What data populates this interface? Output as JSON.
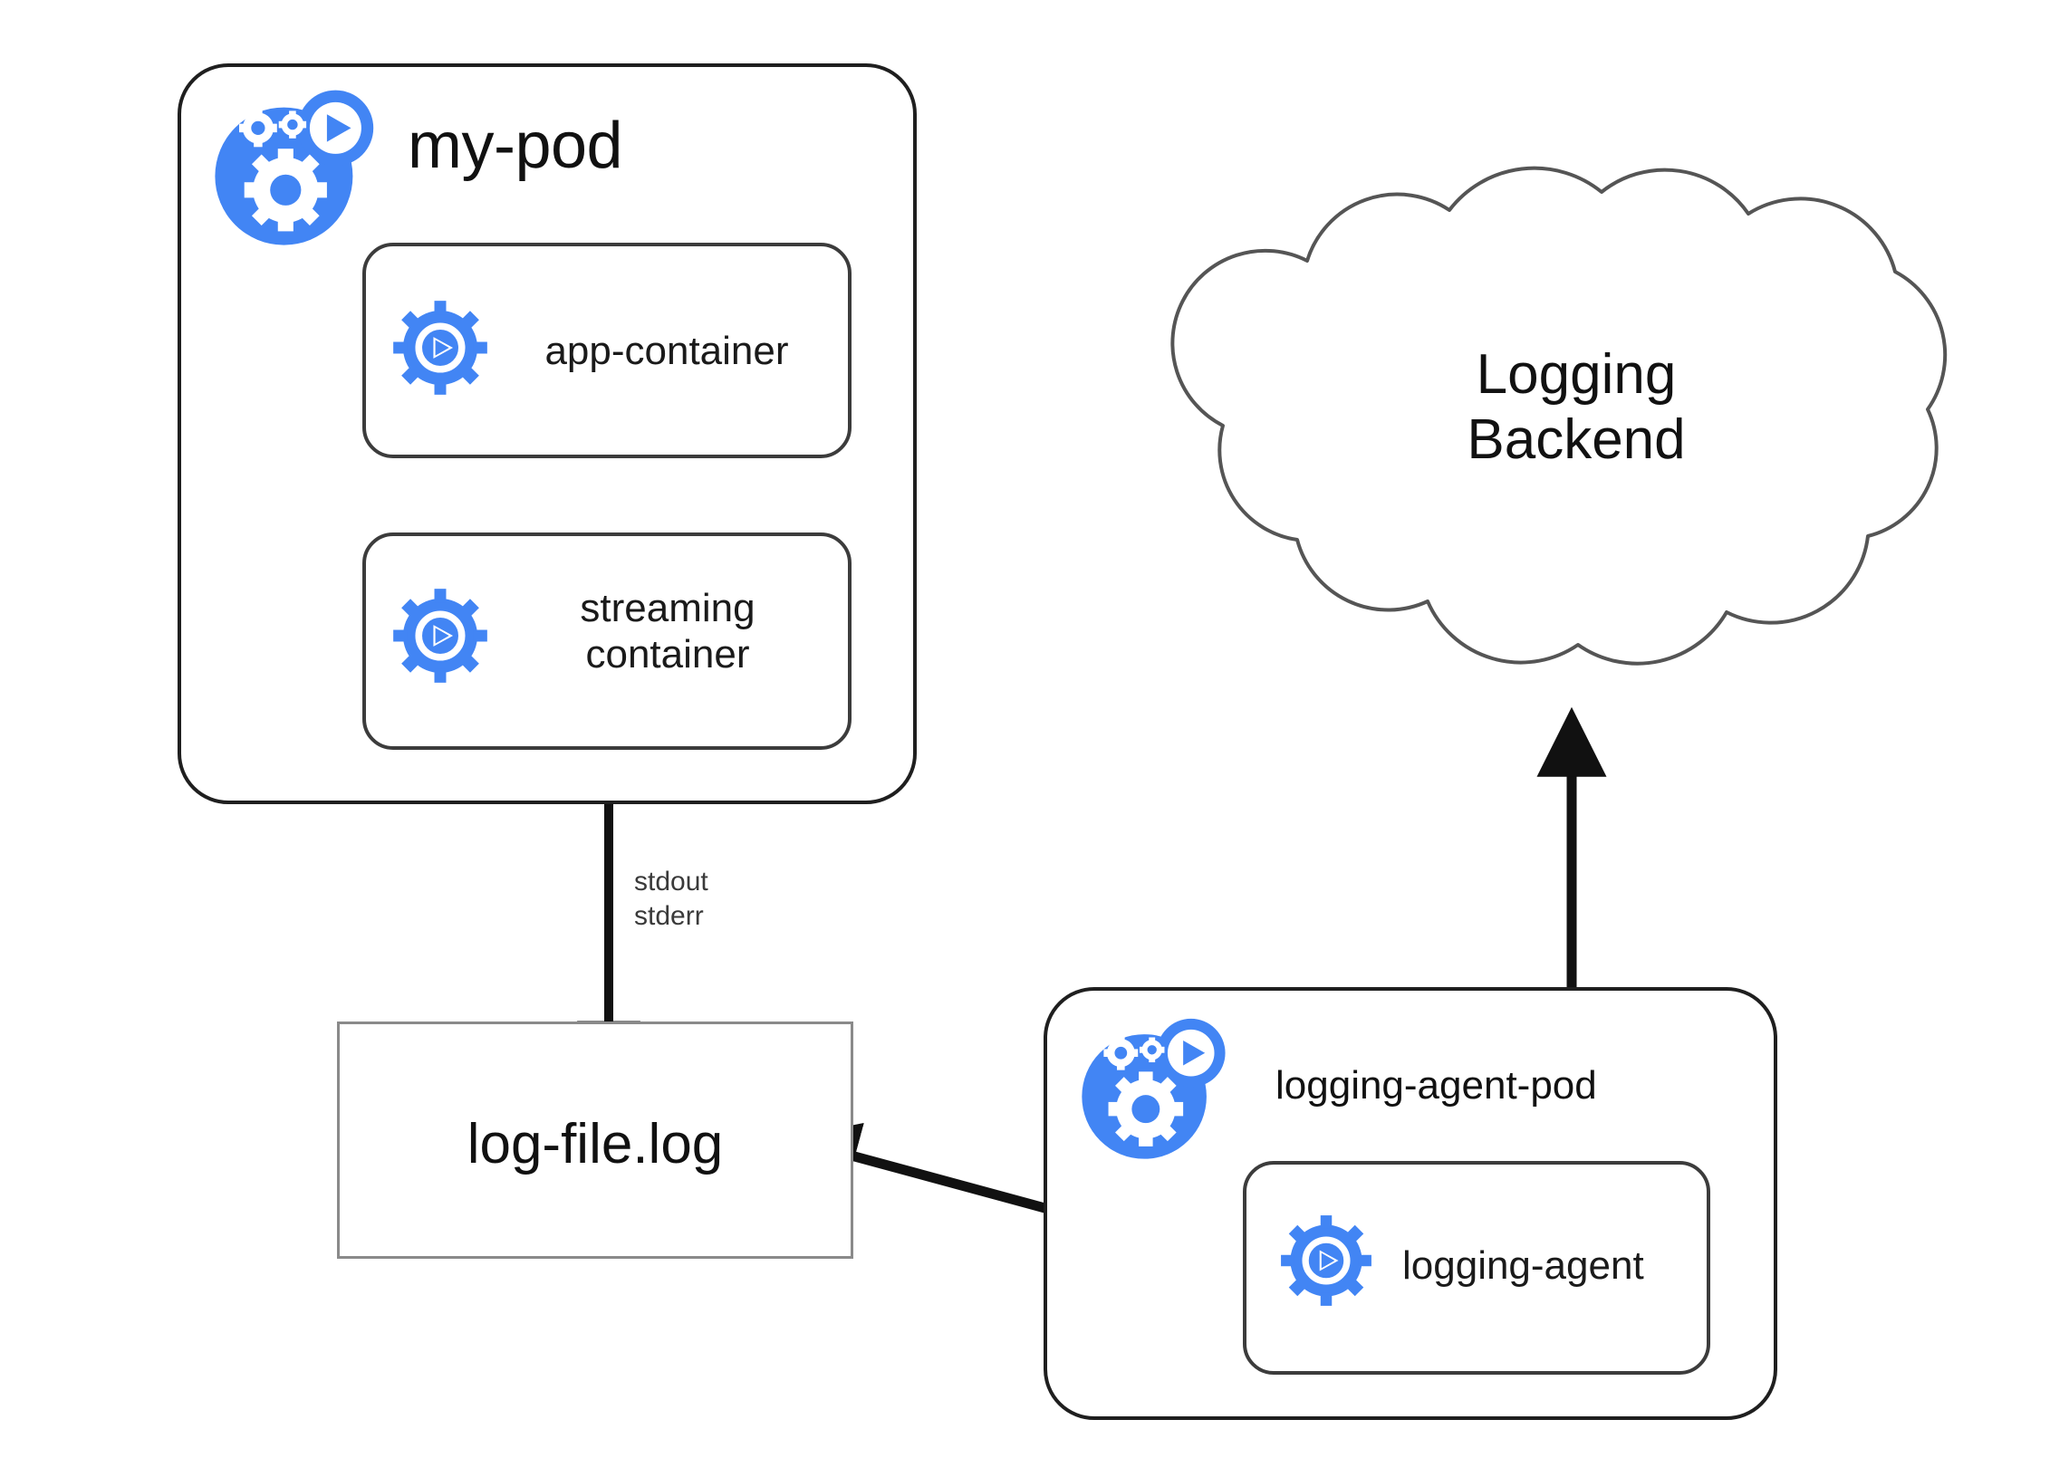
{
  "diagram": {
    "title": "Kubernetes streaming sidecar logging architecture",
    "accent_color": "#4285F4",
    "line_color": "#1f1f1f",
    "file_border_color": "#8a8a8a",
    "background": "#ffffff"
  },
  "pods": [
    {
      "id": "my-pod",
      "label": "my-pod",
      "icon": "kubernetes-pod-icon",
      "containers": [
        {
          "id": "app-container",
          "label": "app-container",
          "icon": "container-gear-play-icon"
        },
        {
          "id": "streaming-container",
          "label": "streaming\ncontainer",
          "icon": "container-gear-play-icon"
        }
      ]
    },
    {
      "id": "logging-agent-pod",
      "label": "logging-agent-pod",
      "icon": "kubernetes-pod-icon",
      "containers": [
        {
          "id": "logging-agent",
          "label": "logging-agent",
          "icon": "container-gear-play-icon"
        }
      ]
    }
  ],
  "nodes": {
    "log_file": {
      "id": "log-file",
      "label": "log-file.log",
      "shape": "rectangle"
    },
    "cloud": {
      "id": "logging-backend",
      "label": "Logging\nBackend",
      "shape": "cloud"
    }
  },
  "edges": [
    {
      "id": "app-to-streaming",
      "from": "app-container",
      "to": "streaming-container",
      "direction": "bidirectional",
      "label": ""
    },
    {
      "id": "pod-to-logfile",
      "from": "my-pod",
      "to": "log-file",
      "direction": "unidirectional",
      "label": "stdout\nstderr"
    },
    {
      "id": "agent-to-logfile",
      "from": "logging-agent",
      "to": "log-file",
      "direction": "unidirectional",
      "label": ""
    },
    {
      "id": "backend-to-agent-pod",
      "from": "logging-backend",
      "to": "logging-agent-pod",
      "direction": "bidirectional",
      "label": ""
    }
  ]
}
